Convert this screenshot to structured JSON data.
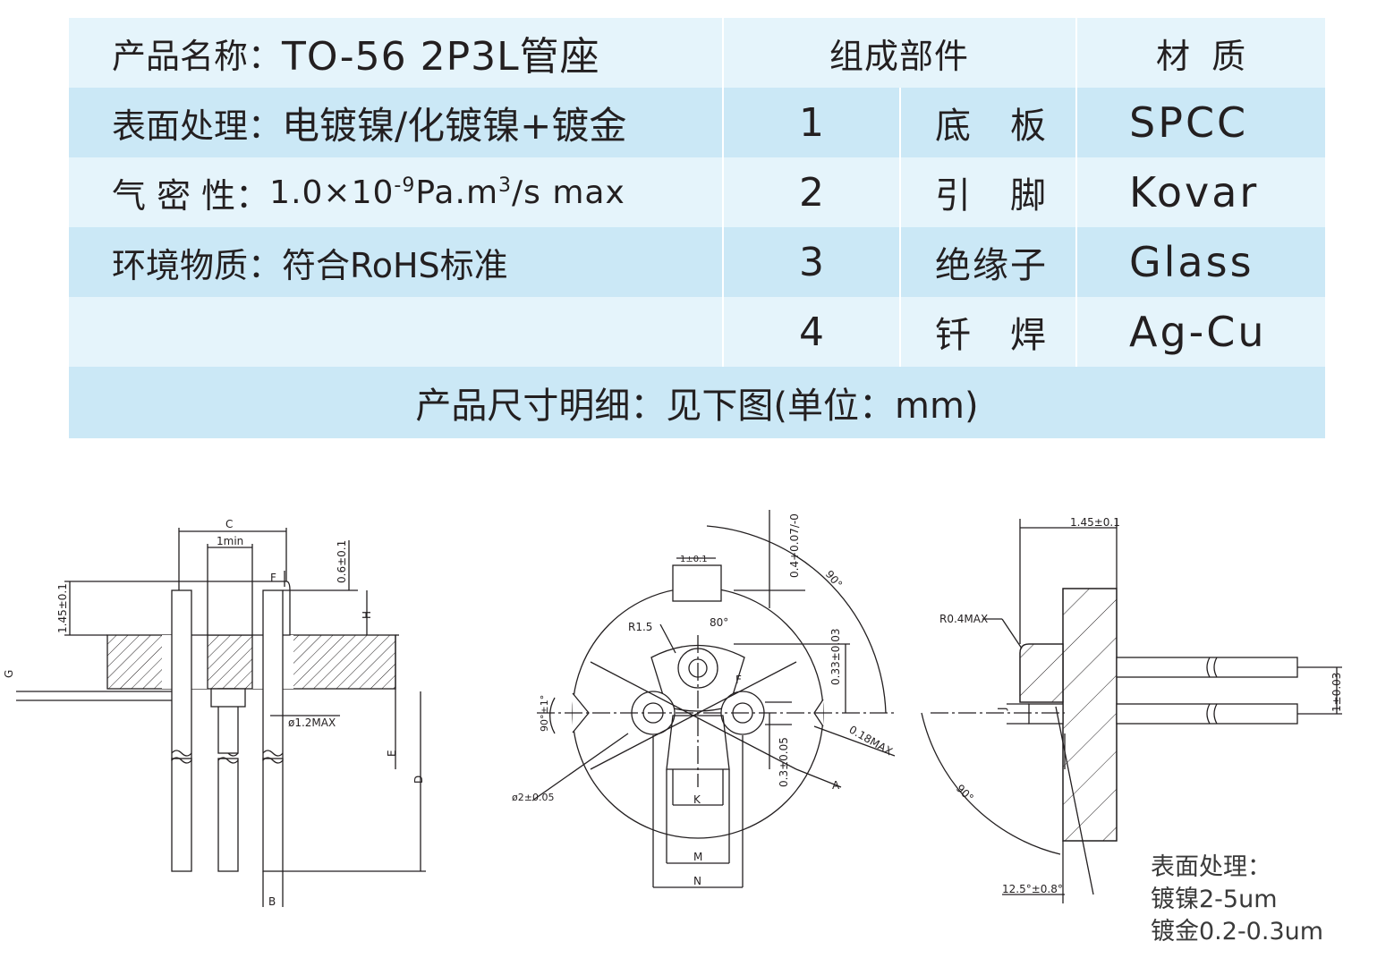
{
  "spec_table": {
    "header": {
      "product_name_label": "产品名称：",
      "product_name": "TO-56  2P3L管座",
      "components_label": "组成部件",
      "material_label": "材 质"
    },
    "properties": [
      {
        "label": "表面处理：",
        "value": "电镀镍/化镀镍+镀金"
      },
      {
        "label": "气 密 性：",
        "value_prefix": "1.0×10",
        "value_exp": "-9",
        "value_mid": "Pa.m",
        "value_exp2": "3",
        "value_suffix": "/s max"
      },
      {
        "label": "环境物质：",
        "value": "符合RoHS标准"
      }
    ],
    "components": [
      {
        "num": "1",
        "part": "底　板",
        "material": "SPCC"
      },
      {
        "num": "2",
        "part": "引　脚",
        "material": "Kovar"
      },
      {
        "num": "3",
        "part": "绝缘子",
        "material": "Glass"
      },
      {
        "num": "4",
        "part": "钎　焊",
        "material": "Ag-Cu"
      }
    ],
    "footer": "产品尺寸明细：见下图(单位：mm)"
  },
  "drawing": {
    "left_view": {
      "labels": {
        "c": "C",
        "min": "1min",
        "h_top": "0.6±0.1",
        "thickness": "1.45±0.1",
        "h": "H",
        "g": "G",
        "f": "F",
        "pin_dia": "ø1.2MAX",
        "e": "E",
        "d": "D",
        "b": "B"
      }
    },
    "front_view": {
      "labels": {
        "tab": "1±0.1",
        "tab_offset": "0.4+0.07/-0",
        "angle_90_a": "90°",
        "r15": "R1.5",
        "angle_80": "80°",
        "offset_033": "0.33±0.03",
        "f": "F",
        "angle_90_b": "90°±1°",
        "max_018": "0.18MAX",
        "offset_03": "0.3±0.05",
        "a": "A",
        "dia2": "ø2±0.05",
        "k": "K",
        "m": "M",
        "n": "N"
      }
    },
    "side_view": {
      "labels": {
        "thickness": "1.45±0.1",
        "r04": "R0.4MAX",
        "j": "J",
        "spacing": "1±0.03",
        "angle_90": "90°",
        "angle_125": "12.5°±0.8°"
      }
    }
  },
  "surface_note": {
    "title": "表面处理：",
    "lines": [
      "镀镍2-5um",
      "镀金0.2-0.3um"
    ]
  }
}
